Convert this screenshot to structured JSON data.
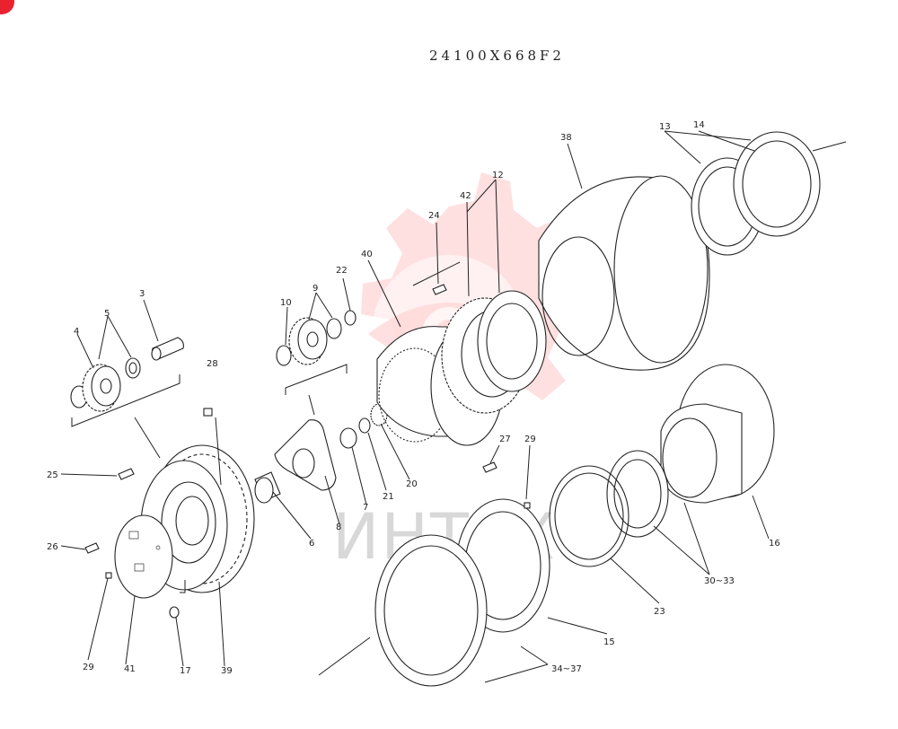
{
  "drawing_number": "24100X668F2",
  "watermark_text": "ИНТЕХ",
  "part_labels": {
    "p3": "3",
    "p4": "4",
    "p5": "5",
    "p6": "6",
    "p7": "7",
    "p8": "8",
    "p9": "9",
    "p10": "10",
    "p12": "12",
    "p13": "13",
    "p14": "14",
    "p15": "15",
    "p16": "16",
    "p17": "17",
    "p20": "20",
    "p21": "21",
    "p22": "22",
    "p23": "23",
    "p24": "24",
    "p25": "25",
    "p26": "26",
    "p27": "27",
    "p28": "28",
    "p29a": "29",
    "p29b": "29",
    "p30_33": "30~33",
    "p34_37": "34~37",
    "p38": "38",
    "p39": "39",
    "p40": "40",
    "p41": "41",
    "p42": "42"
  },
  "colors": {
    "line": "#222222",
    "watermark": "#ffd6d6",
    "badge": "#e8232f"
  }
}
